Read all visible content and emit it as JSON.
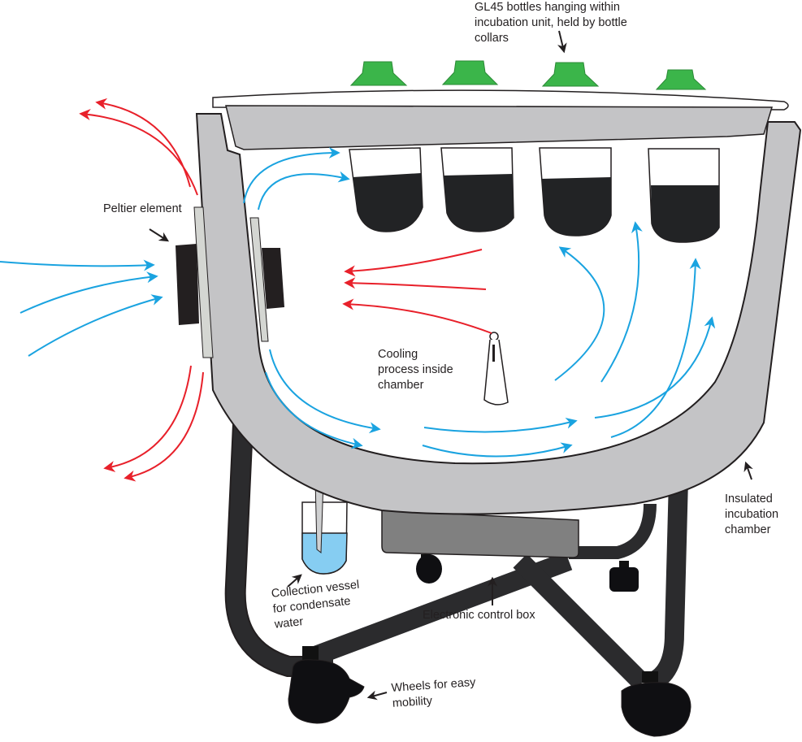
{
  "title": "Incubation unit with Peltier cooling",
  "colors": {
    "chamber_gray": "#c4c4c6",
    "frame_dark": "#2b2b2d",
    "control_box": "#808080",
    "cap_green": "#3bb54a",
    "cold_air": "#1aa3e0",
    "warm_air": "#e8202a",
    "condensate": "#86cdf2",
    "liquid": "#222325"
  },
  "labels": {
    "bottles": "GL45 bottles hanging within\nincubation unit, held by bottle\ncollars",
    "peltier": "Peltier element",
    "cooling": "Cooling\nprocess inside\nchamber",
    "chamber": "Insulated\nincubation\nchamber",
    "vessel": "Collection vessel\nfor condensate\nwater",
    "control_box": "Electronic control box",
    "wheels": "Wheels for easy\nmobility"
  },
  "components": [
    {
      "name": "bottle",
      "count": 4,
      "cap": "green-collar-cap"
    },
    {
      "name": "peltier-element",
      "icon": "peltier-module"
    },
    {
      "name": "temperature-probe",
      "icon": "probe"
    },
    {
      "name": "collection-vessel",
      "icon": "vessel"
    },
    {
      "name": "control-box",
      "icon": "box"
    },
    {
      "name": "wheel",
      "count": 4
    }
  ],
  "airflow": {
    "cold": "blue arrows",
    "warm": "red arrows"
  }
}
